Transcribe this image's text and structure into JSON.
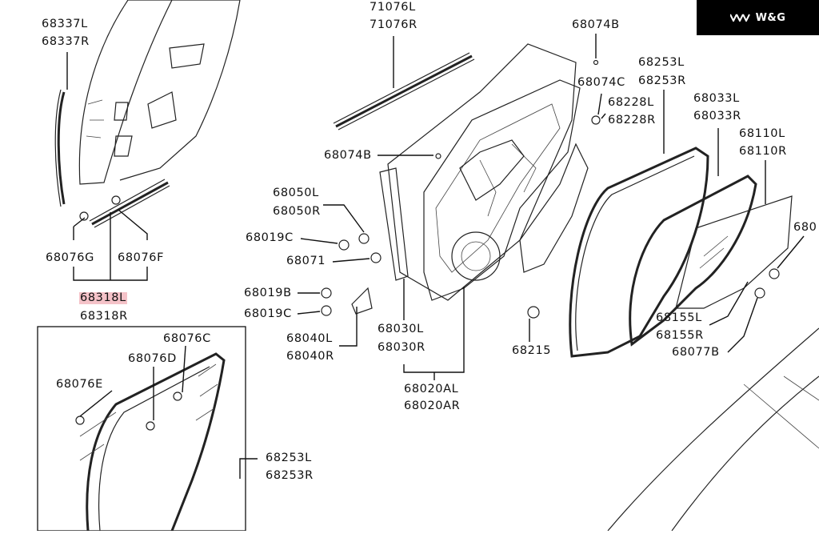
{
  "brand": {
    "name": "W&G",
    "logo_icon": "triple-chevron-icon"
  },
  "labels": {
    "l68337": [
      "68337L",
      "68337R"
    ],
    "l71076": [
      "71076L",
      "71076R"
    ],
    "l68074b_top": [
      "68074B"
    ],
    "l68253_top": [
      "68253L",
      "68253R"
    ],
    "l68074c": [
      "68074C"
    ],
    "l68228": [
      "68228L",
      "68228R"
    ],
    "l68033": [
      "68033L",
      "68033R"
    ],
    "l68110": [
      "68110L",
      "68110R"
    ],
    "l680_cut": [
      "680"
    ],
    "l68074b_mid": [
      "68074B"
    ],
    "l68050": [
      "68050L",
      "68050R"
    ],
    "l68019c_top": [
      "68019C"
    ],
    "l68071": [
      "68071"
    ],
    "l68076g": [
      "68076G"
    ],
    "l68076f": [
      "68076F"
    ],
    "l68318": [
      "68318L",
      "68318R"
    ],
    "l68019b": [
      "68019B"
    ],
    "l68019c_bot": [
      "68019C"
    ],
    "l68040": [
      "68040L",
      "68040R"
    ],
    "l68030": [
      "68030L",
      "68030R"
    ],
    "l68215": [
      "68215"
    ],
    "l68155": [
      "68155L",
      "68155R"
    ],
    "l68077b": [
      "68077B"
    ],
    "l68020a": [
      "68020AL",
      "68020AR"
    ],
    "l68076c": [
      "68076C"
    ],
    "l68076d": [
      "68076D"
    ],
    "l68076e": [
      "68076E"
    ],
    "l68253_bot": [
      "68253L",
      "68253R"
    ]
  },
  "highlight": {
    "part": "68318L",
    "color": "#f4c2c8"
  }
}
